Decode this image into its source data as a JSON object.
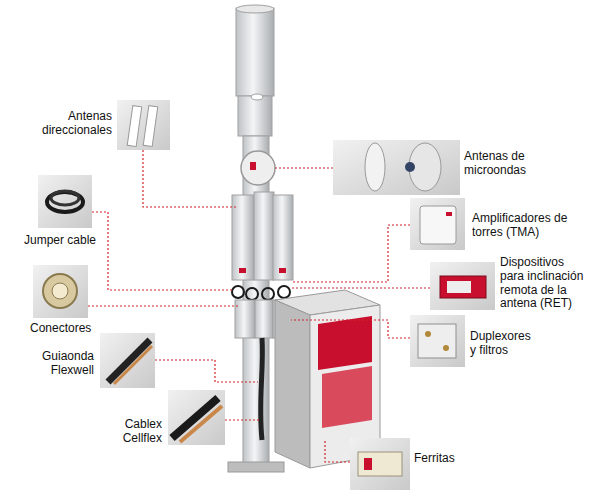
{
  "diagram": {
    "labels": [
      "Antenas direccionales",
      "Jumper cable",
      "Conectores",
      "Guiaonda Flexwell",
      "Cablex Cellflex",
      "Antenas de microondas",
      "Amplificadores de torres (TMA)",
      "Dispositivos para inclinación remota de la antena (RET)",
      "Duplexores y filtros",
      "Ferritas"
    ]
  }
}
